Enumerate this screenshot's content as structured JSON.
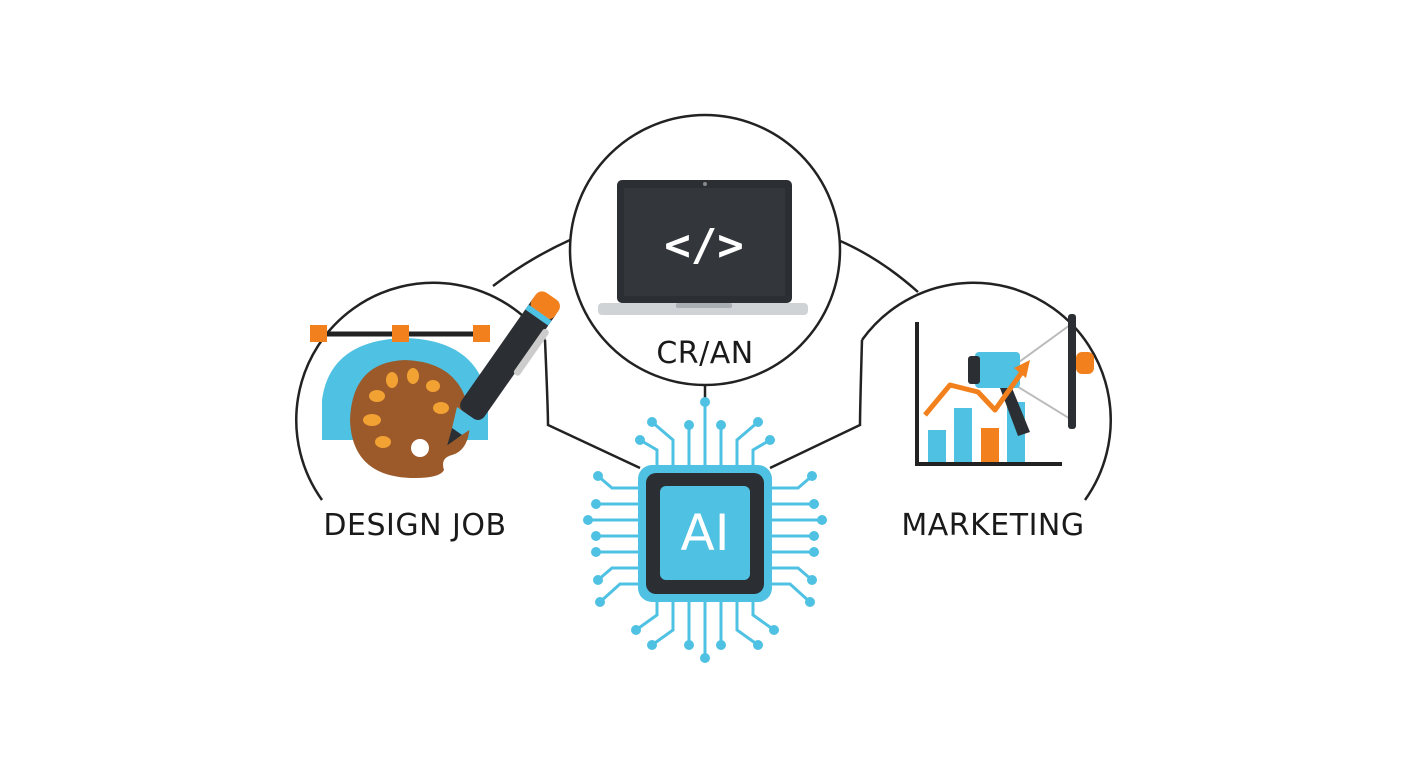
{
  "nodes": {
    "design": {
      "label": "DESIGN JOB",
      "icon": "design-palette-pen-icon"
    },
    "coding": {
      "label": "CR/AN",
      "icon": "laptop-code-icon",
      "code_symbol": "</>"
    },
    "marketing": {
      "label": "MARKETING",
      "icon": "megaphone-chart-icon"
    },
    "ai": {
      "label": "AI",
      "icon": "ai-chip-icon"
    }
  },
  "colors": {
    "outline": "#222222",
    "accent_blue": "#4fc1e2",
    "accent_orange": "#f2811d",
    "palette_brown": "#9c5a2a",
    "dark": "#2b2f33"
  }
}
